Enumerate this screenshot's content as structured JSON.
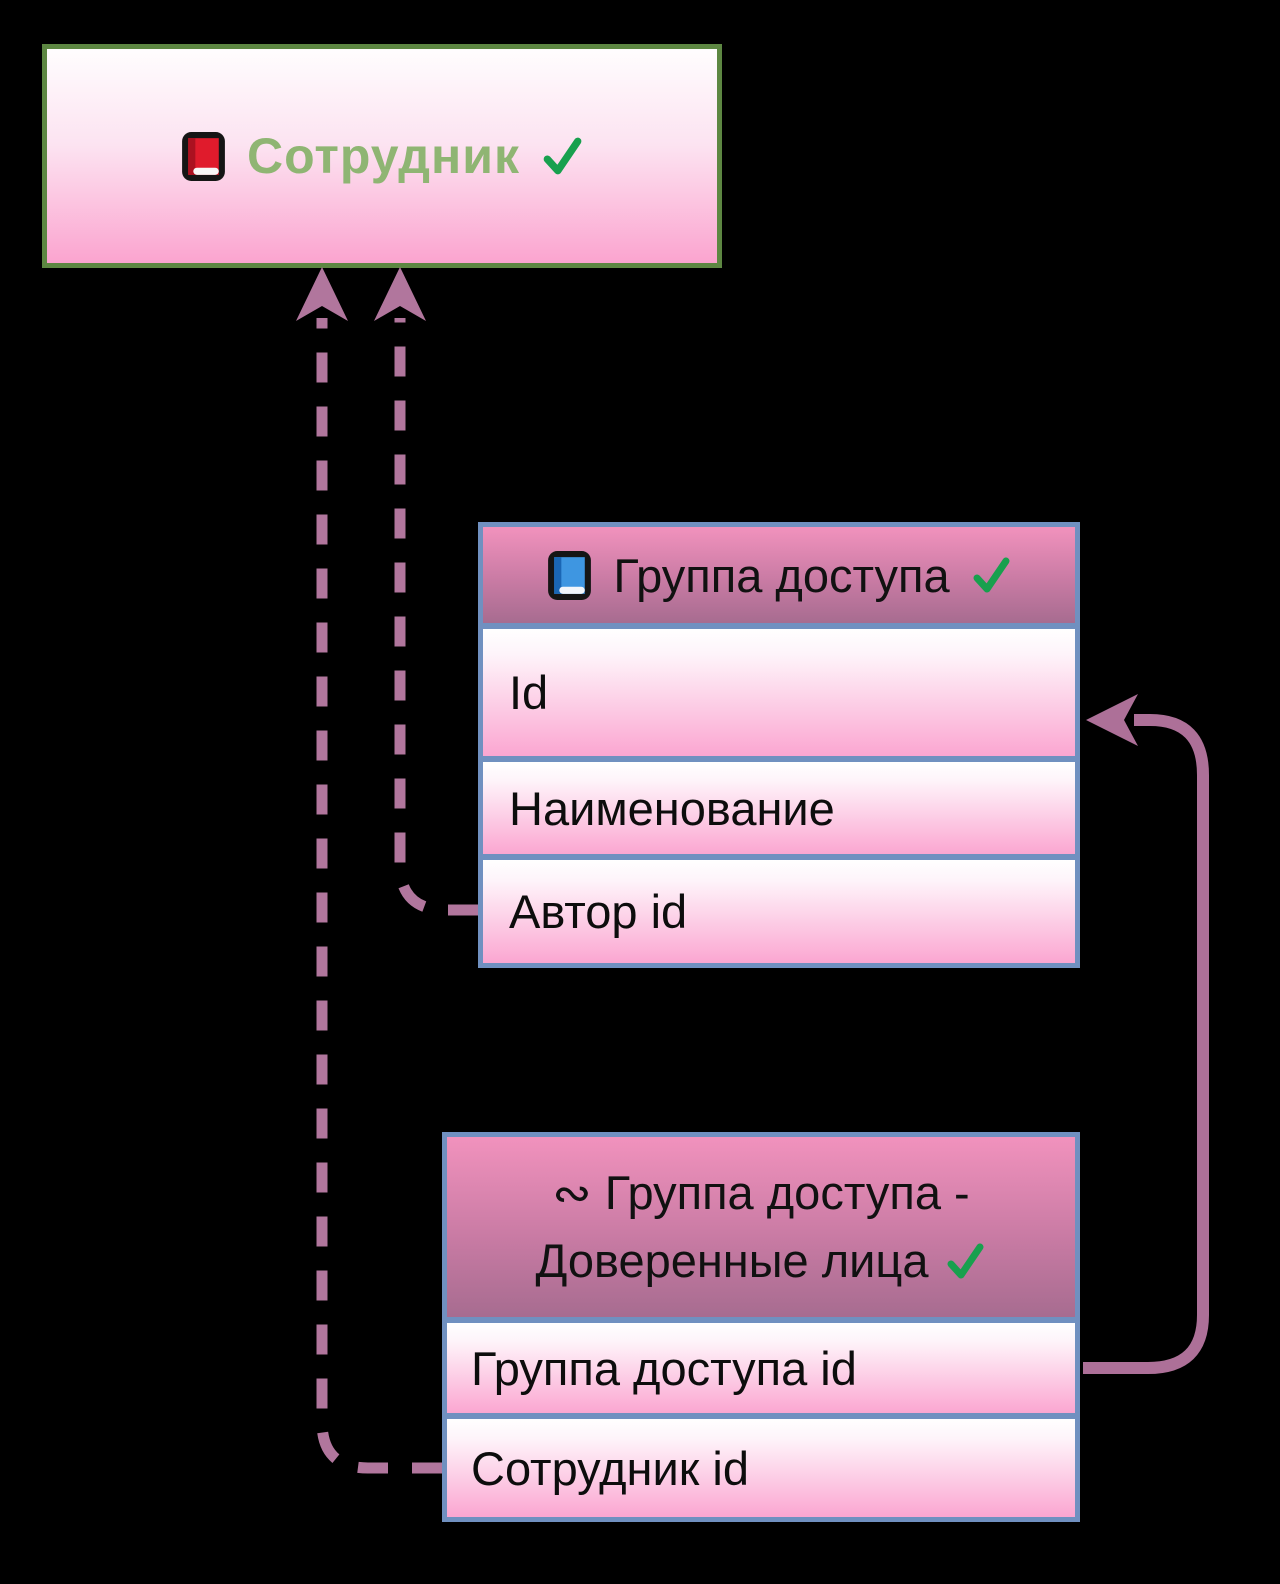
{
  "diagram": {
    "background_color": "#000000",
    "entities": {
      "employee": {
        "icon": "red-book-icon",
        "title": "Сотрудник",
        "check_icon": "check-icon",
        "border_color": "#5d8742",
        "title_color": "#8fb573"
      },
      "access_group": {
        "icon": "blue-book-icon",
        "title": "Группа доступа",
        "check_icon": "check-icon",
        "border_color": "#7090c0",
        "rows": [
          "Id",
          "Наименование",
          "Автор id"
        ]
      },
      "access_group_trustees": {
        "title_line1": "∾ Группа доступа -",
        "title_line2": "Доверенные лица",
        "check_icon": "check-icon",
        "border_color": "#7090c0",
        "rows": [
          "Группа доступа id",
          "Сотрудник id"
        ]
      }
    },
    "connectors": [
      {
        "name": "author-id-to-employee",
        "style": "dashed",
        "from": "Автор id",
        "to": "Сотрудник"
      },
      {
        "name": "employee-id-to-employee",
        "style": "dashed",
        "from": "Сотрудник id",
        "to": "Сотрудник"
      },
      {
        "name": "access-group-id-to-id",
        "style": "solid",
        "from": "Группа доступа id",
        "to": "Id"
      }
    ],
    "colors": {
      "dashed_arrow": "#b1769d",
      "solid_arrow": "#ad7098",
      "table_border": "#7090c0",
      "employee_border": "#5d8742",
      "employee_title": "#8fb573",
      "check_green": "#18a04e",
      "header_gradient_top": "#f192bd",
      "header_gradient_bottom": "#a76c90",
      "row_gradient_top": "#ffffff",
      "row_gradient_bottom": "#fba6d1"
    }
  }
}
